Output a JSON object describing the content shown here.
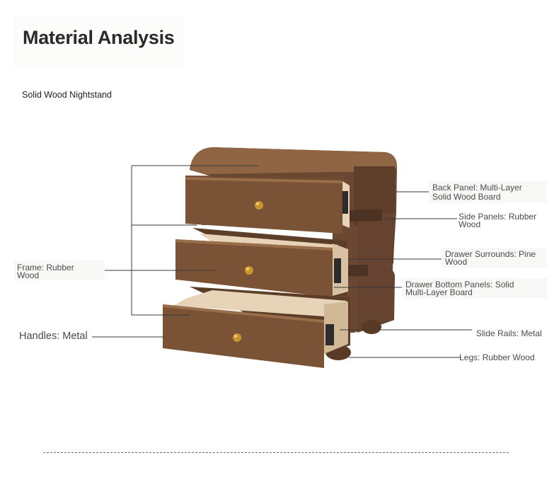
{
  "title": "Material Analysis",
  "subtitle": "Solid Wood Nightstand",
  "callouts": {
    "back_panel": [
      "Back Panel: Multi-Layer",
      "Solid Wood Board"
    ],
    "side_panels": [
      "Side Panels: Rubber",
      "Wood"
    ],
    "drawer_surrounds": [
      "Drawer Surrounds: Pine",
      "Wood"
    ],
    "drawer_bottom": [
      "Drawer Bottom Panels: Solid",
      "Multi-Layer Board"
    ],
    "slide_rails": "Slide Rails: Metal",
    "legs": "Legs: Rubber Wood",
    "frame": [
      "Frame: Rubber",
      "Wood"
    ],
    "handles": "Handles: Metal"
  },
  "colors": {
    "wood_front": "#7a5235",
    "wood_dark": "#5e3e28",
    "wood_top": "#8f6543",
    "drawer_inner": "#e6d3b8",
    "knob": "#c8952e",
    "line": "#3a3a3a"
  }
}
